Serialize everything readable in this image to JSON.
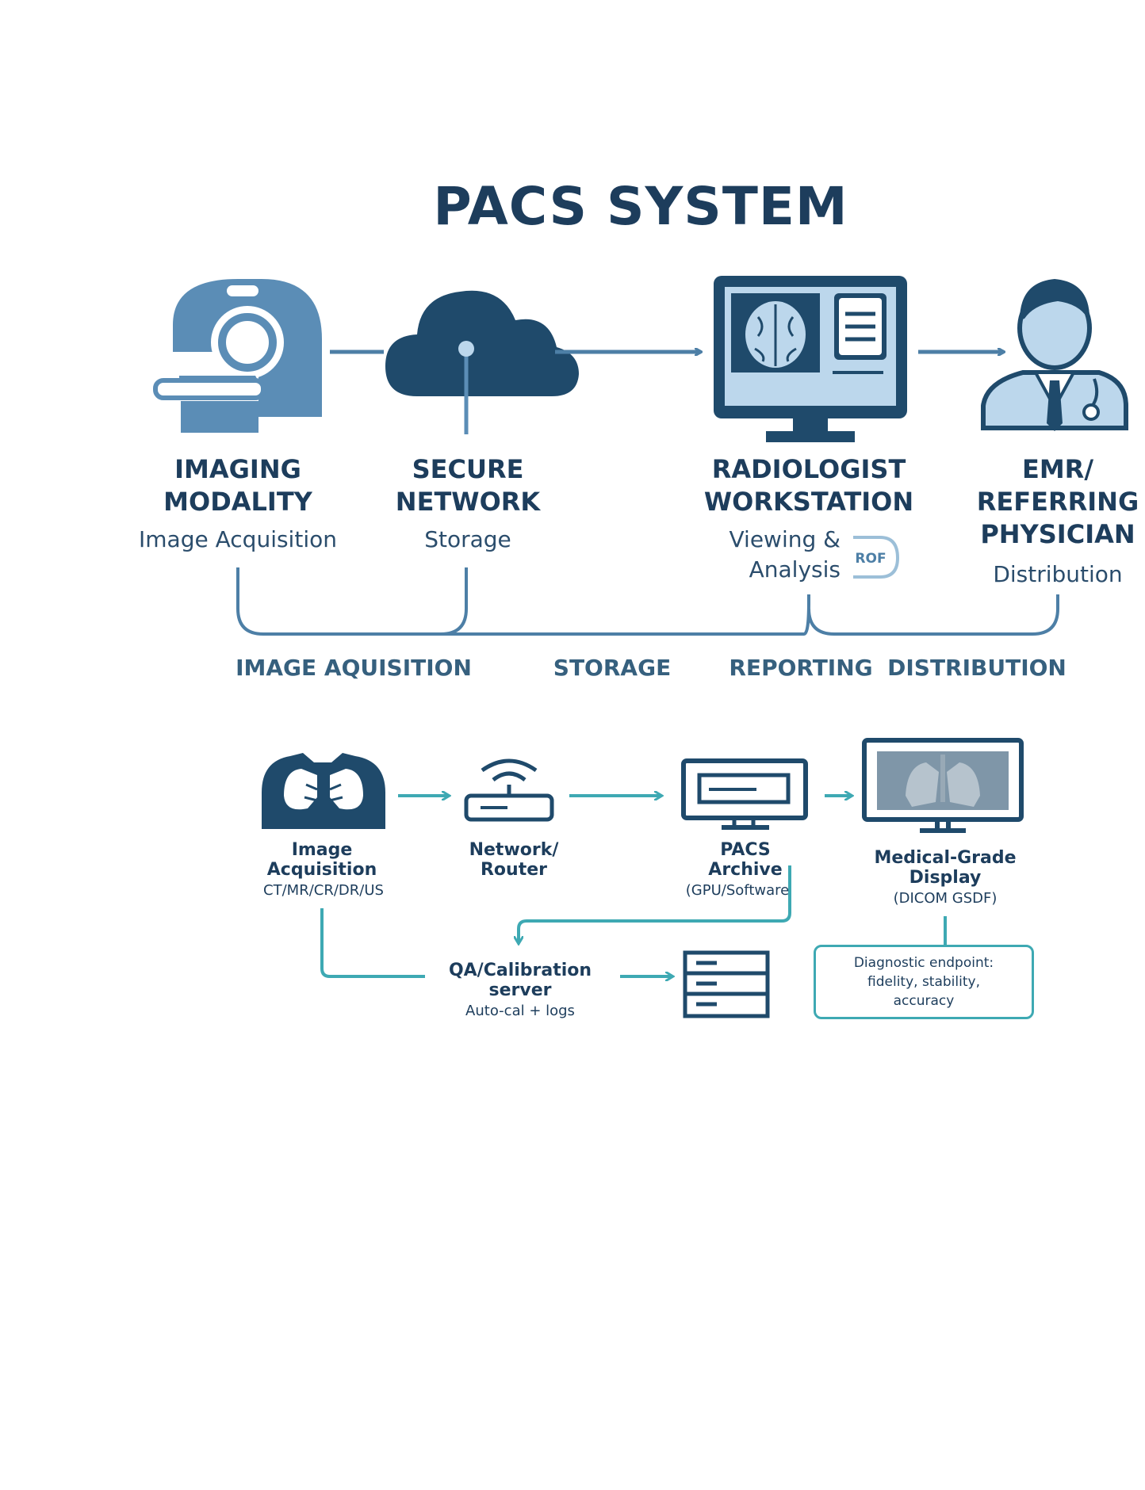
{
  "title": "PACS SYSTEM",
  "flow": [
    {
      "title": "IMAGING\nMODALITY",
      "subtitle": "Image Acquisition",
      "icon": "ct-scanner-icon"
    },
    {
      "title": "SECURE\nNETWORK",
      "subtitle": "Storage",
      "icon": "cloud-icon"
    },
    {
      "title": "RADIOLOGIST\nWORKSTATION",
      "subtitle": "Viewing &\nAnalysis",
      "badge": "ROF",
      "icon": "workstation-monitor-icon"
    },
    {
      "title": "EMR/\nREFERRING\nPHYSICIAN",
      "subtitle": "Distribution",
      "icon": "physician-icon"
    }
  ],
  "phases": [
    "IMAGE AQUISITION",
    "STORAGE",
    "REPORTING",
    "DISTRIBUTION"
  ],
  "bottom_flow": [
    {
      "title": "Image\nAcquisition",
      "subtitle": "CT/MR/CR/DR/US",
      "icon": "chest-xray-icon"
    },
    {
      "title": "Network/\nRouter",
      "icon": "router-icon"
    },
    {
      "title": "PACS\nArchive",
      "subtitle": "(GPU/Software",
      "icon": "pacs-monitor-icon"
    },
    {
      "title": "Medical-Grade\nDisplay",
      "subtitle": "(DICOM GSDF)",
      "icon": "medical-display-icon"
    },
    {
      "title": "QA/Calibration\nserver",
      "subtitle": "Auto-cal + logs",
      "icon": "server-icon"
    }
  ],
  "endpoint": "Diagnostic endpoint:\nfidelity, stability,\naccuracy",
  "colors": {
    "navy": "#1d3d5c",
    "steel_blue": "#5b8db6",
    "light_blue": "#bcd7ec",
    "teal": "#3ea9b3"
  }
}
